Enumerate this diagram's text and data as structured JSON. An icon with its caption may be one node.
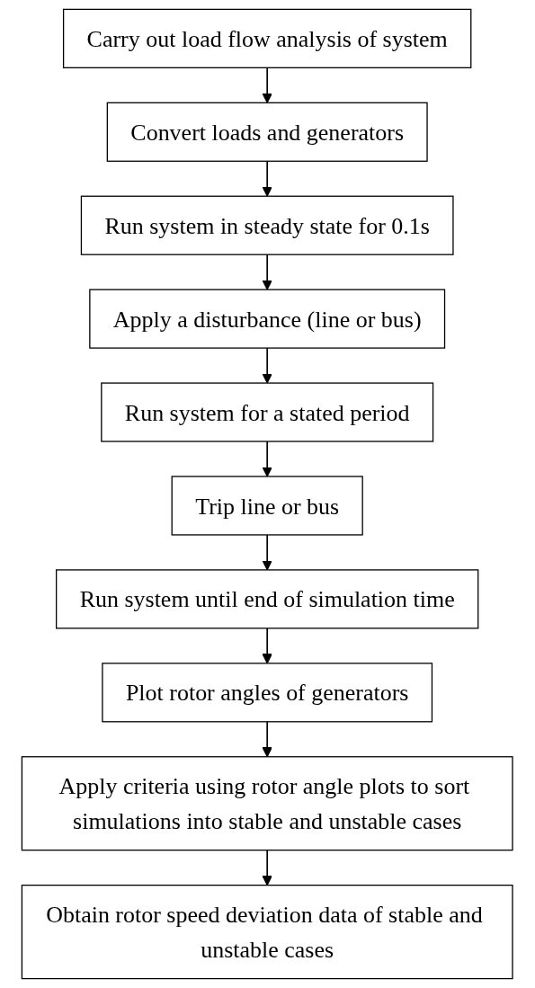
{
  "diagram": {
    "nodes": [
      {
        "text": [
          "Carry out load flow analysis of system"
        ]
      },
      {
        "text": [
          "Convert loads and generators"
        ]
      },
      {
        "text": [
          "Run system in steady state for 0.1s"
        ]
      },
      {
        "text": [
          "Apply a disturbance (line or bus)"
        ]
      },
      {
        "text": [
          "Run system for a stated period"
        ]
      },
      {
        "text": [
          "Trip line or bus"
        ]
      },
      {
        "text": [
          "Run system until end of simulation time"
        ]
      },
      {
        "text": [
          "Plot rotor angles of generators"
        ]
      },
      {
        "text": [
          "Apply criteria using rotor angle plots to sort simulations into stable and unstable cases"
        ]
      },
      {
        "text": [
          "Obtain rotor speed deviation data of stable and unstable cases"
        ]
      }
    ],
    "edges": [
      {
        "from": 0,
        "to": 1,
        "arrow": "to"
      },
      {
        "from": 1,
        "to": 2,
        "arrow": "to"
      },
      {
        "from": 2,
        "to": 3,
        "arrow": "to"
      },
      {
        "from": 3,
        "to": 4,
        "arrow": "to"
      },
      {
        "from": 4,
        "to": 5,
        "arrow": "to"
      },
      {
        "from": 5,
        "to": 6,
        "arrow": "to"
      },
      {
        "from": 6,
        "to": 7,
        "arrow": "to"
      },
      {
        "from": 7,
        "to": 8,
        "arrow": "to"
      },
      {
        "from": 8,
        "to": 9,
        "arrow": "to"
      }
    ]
  }
}
